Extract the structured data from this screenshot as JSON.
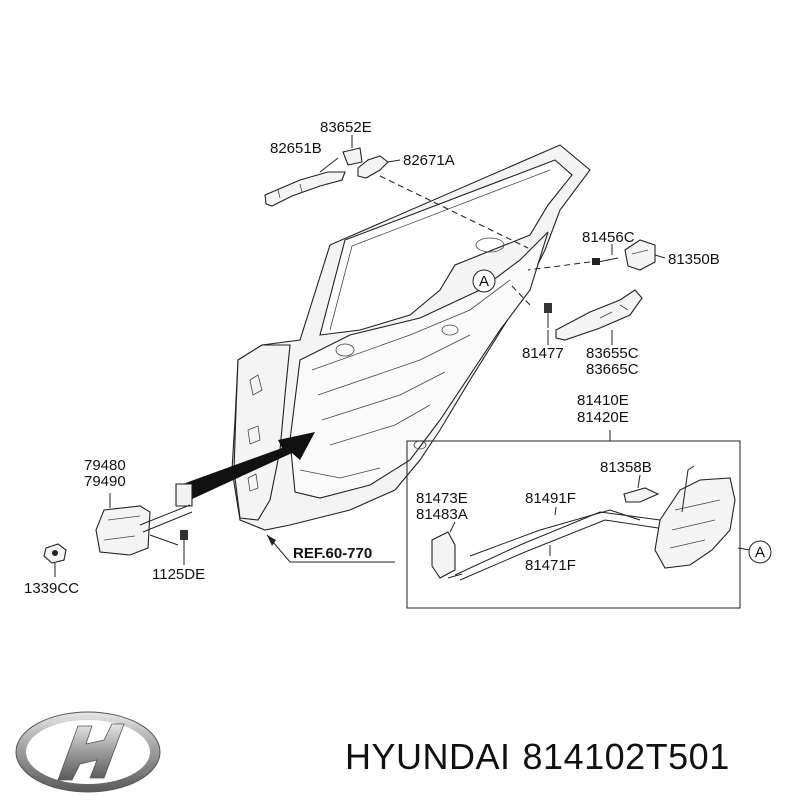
{
  "brand": {
    "logo_name": "hyundai-logo",
    "name": "HYUNDAI",
    "part_number": "814102T501"
  },
  "labels": {
    "p83652E": "83652E",
    "p82651B": "82651B",
    "p82671A": "82671A",
    "p81456C": "81456C",
    "p81350B": "81350B",
    "p81477": "81477",
    "p83655C": "83655C",
    "p83665C": "83665C",
    "p81410E": "81410E",
    "p81420E": "81420E",
    "p81358B": "81358B",
    "p81473E": "81473E",
    "p81483A": "81483A",
    "p81491F": "81491F",
    "p81471F": "81471F",
    "p79480": "79480",
    "p79490": "79490",
    "p1339CC": "1339CC",
    "p1125DE": "1125DE",
    "ref": "REF.60-770",
    "callout_a": "A"
  }
}
